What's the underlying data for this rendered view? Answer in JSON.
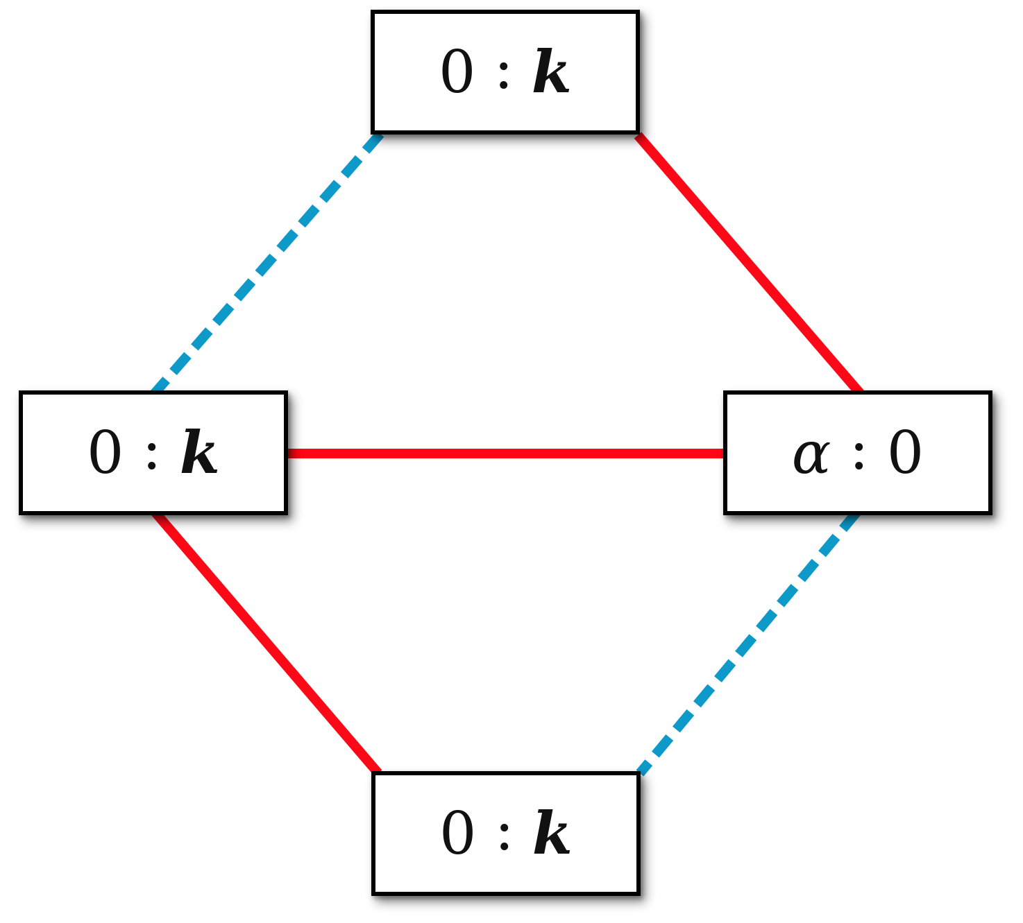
{
  "diagram": {
    "type": "graph",
    "nodes": {
      "top": {
        "value_left": "0",
        "separator": ":",
        "value_right": "k"
      },
      "left": {
        "value_left": "0",
        "separator": ":",
        "value_right": "k"
      },
      "right": {
        "value_left": "α",
        "separator": ":",
        "value_right": "0"
      },
      "bottom": {
        "value_left": "0",
        "separator": ":",
        "value_right": "k"
      }
    },
    "edges": [
      {
        "from": "top",
        "to": "left",
        "style": "dashed",
        "color": "#0D9AC9"
      },
      {
        "from": "top",
        "to": "right",
        "style": "solid",
        "color": "#FE0716"
      },
      {
        "from": "left",
        "to": "right",
        "style": "solid",
        "color": "#FE0716"
      },
      {
        "from": "left",
        "to": "bottom",
        "style": "solid",
        "color": "#FE0716"
      },
      {
        "from": "right",
        "to": "bottom",
        "style": "dashed",
        "color": "#0D9AC9"
      }
    ],
    "colors": {
      "solid_edge": "#FE0716",
      "dashed_edge": "#0D9AC9",
      "node_border": "#000000",
      "node_fill": "#FFFFFF",
      "background": "#FFFFFF",
      "text": "#111111"
    }
  }
}
